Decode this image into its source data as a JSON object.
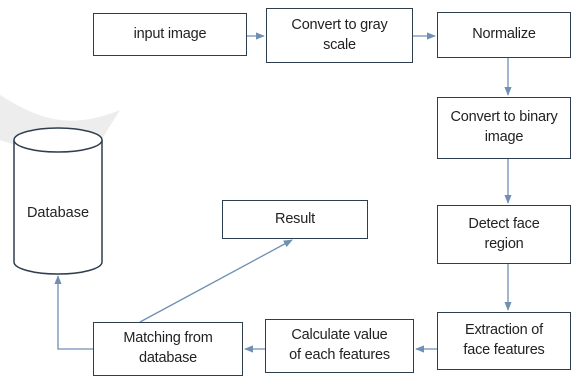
{
  "nodes": {
    "input_image": "input image",
    "convert_gray": "Convert to gray\nscale",
    "normalize": "Normalize",
    "convert_binary": "Convert to binary\nimage",
    "detect_face": "Detect face\nregion",
    "extraction": "Extraction of\nface features",
    "calculate": "Calculate value\nof each features",
    "matching": "Matching from\ndatabase",
    "result": "Result",
    "database": "Database"
  },
  "colors": {
    "box_border": "#2f3e4e",
    "arrow": "#6f8fb3",
    "watermark": "#e6e6e6"
  }
}
